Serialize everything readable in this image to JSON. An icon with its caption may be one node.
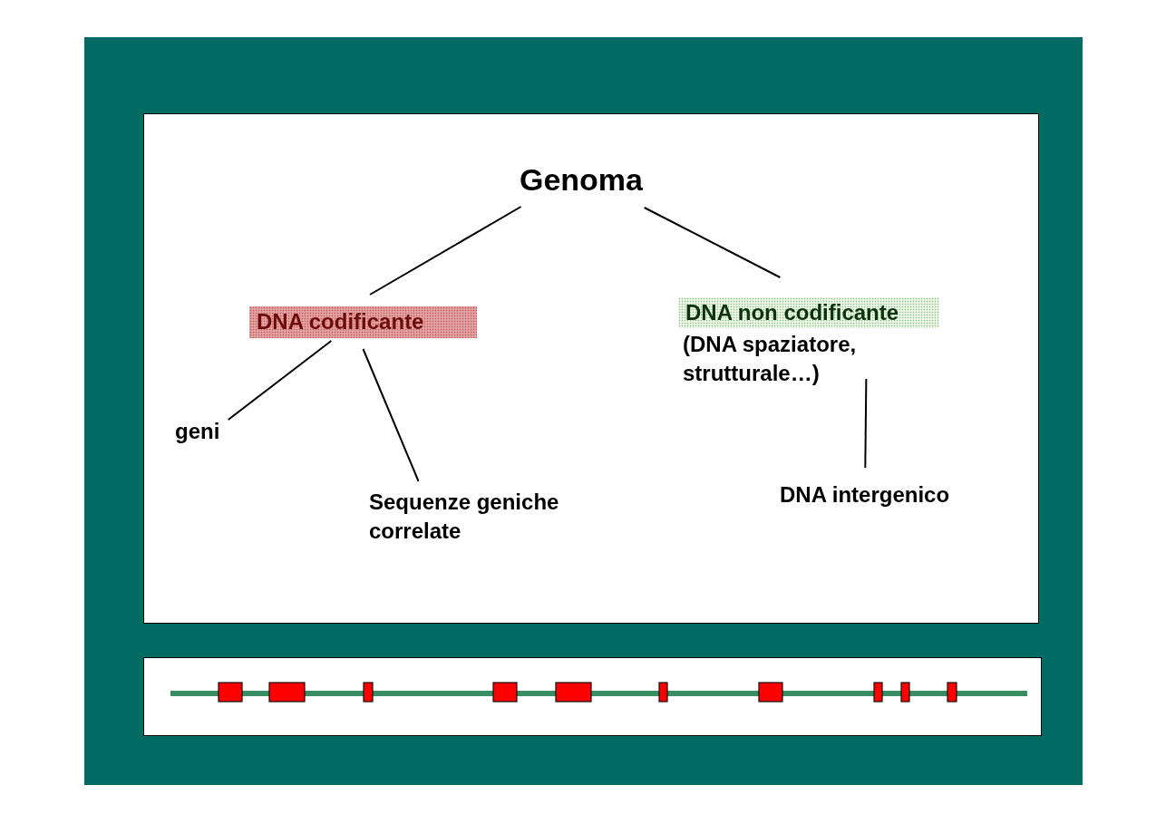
{
  "diagram": {
    "nodes": [
      {
        "text": [
          "Genoma"
        ]
      },
      {
        "text": [
          "DNA codificante"
        ]
      },
      {
        "text": [
          "DNA non codificante"
        ],
        "beside": [
          "(DNA spaziatore, strutturale…)"
        ]
      },
      {
        "text": [
          "geni"
        ]
      },
      {
        "text": [
          "Sequenze geniche correlate"
        ]
      },
      {
        "text": [
          "DNA intergenico"
        ]
      }
    ],
    "edges": [
      {
        "from": 0,
        "to": 1,
        "arrow": "none"
      },
      {
        "from": 0,
        "to": 2,
        "arrow": "none"
      },
      {
        "from": 1,
        "to": 3,
        "arrow": "none"
      },
      {
        "from": 1,
        "to": 4,
        "arrow": "none"
      },
      {
        "from": 2,
        "to": 5,
        "arrow": "none"
      }
    ]
  }
}
